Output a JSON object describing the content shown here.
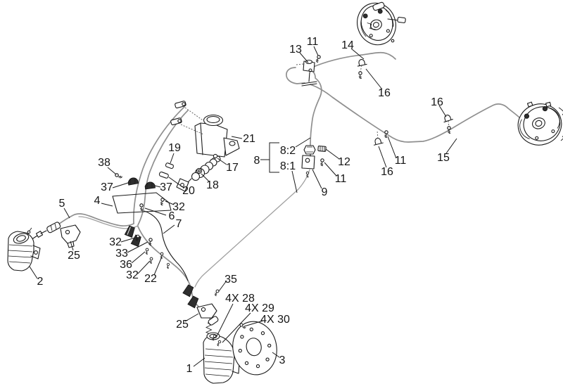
{
  "diagram": {
    "colors": {
      "background": "#ffffff",
      "line_art": "#1a1a1a",
      "brake_tube": "#8f8f8f"
    },
    "labels": [
      {
        "text": "13"
      },
      {
        "text": "11"
      },
      {
        "text": "14"
      },
      {
        "text": "16"
      },
      {
        "text": "16"
      },
      {
        "text": "16"
      },
      {
        "text": "11"
      },
      {
        "text": "15"
      },
      {
        "text": "12"
      },
      {
        "text": "11"
      },
      {
        "text": "9"
      },
      {
        "text": "8:2"
      },
      {
        "text": "8:1"
      },
      {
        "text": "8"
      },
      {
        "text": "21"
      },
      {
        "text": "19"
      },
      {
        "text": "17"
      },
      {
        "text": "18"
      },
      {
        "text": "20"
      },
      {
        "text": "38"
      },
      {
        "text": "37"
      },
      {
        "text": "37"
      },
      {
        "text": "32"
      },
      {
        "text": "4"
      },
      {
        "text": "5"
      },
      {
        "text": "6"
      },
      {
        "text": "7"
      },
      {
        "text": "32"
      },
      {
        "text": "33"
      },
      {
        "text": "36"
      },
      {
        "text": "32"
      },
      {
        "text": "22"
      },
      {
        "text": "25"
      },
      {
        "text": "2"
      },
      {
        "text": "35"
      },
      {
        "text": "4X 28"
      },
      {
        "text": "4X 29"
      },
      {
        "text": "4X 30"
      },
      {
        "text": "25"
      },
      {
        "text": "1"
      },
      {
        "text": "3"
      }
    ]
  }
}
